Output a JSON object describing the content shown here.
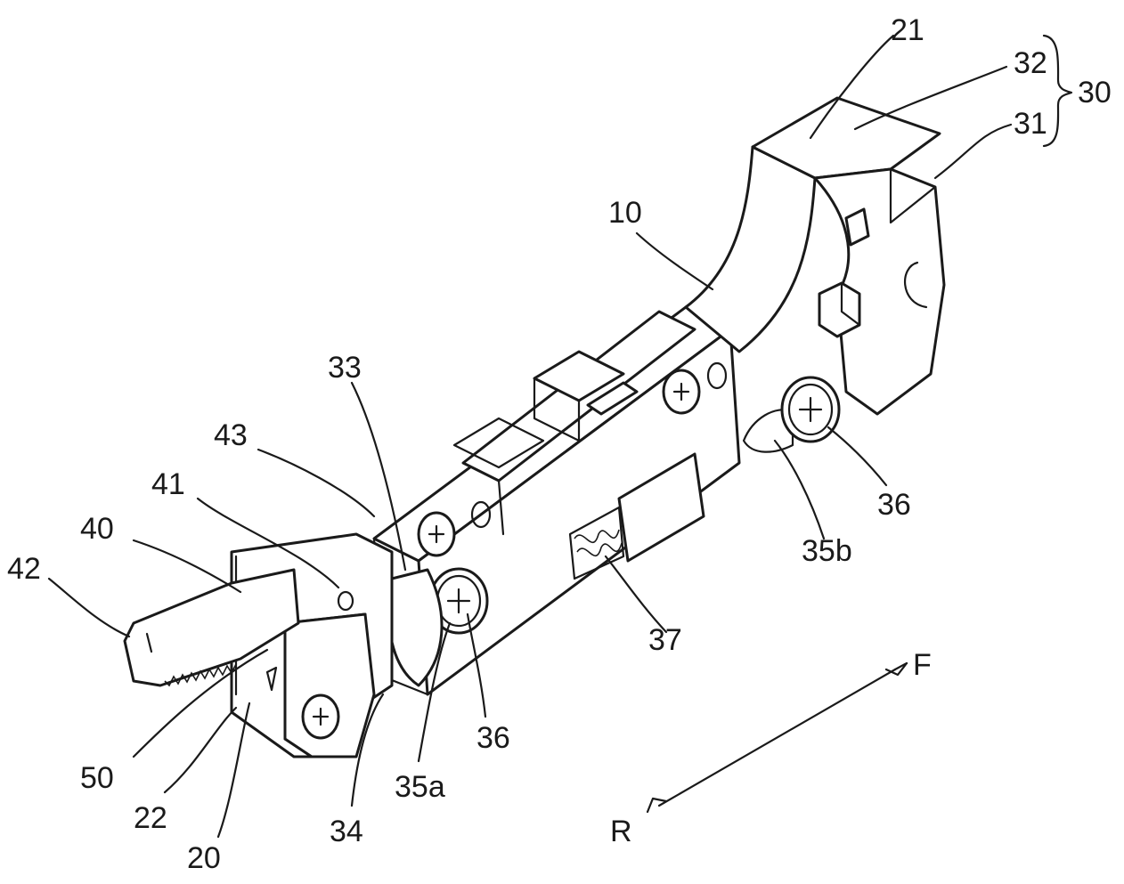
{
  "figure": {
    "labels": {
      "l10": "10",
      "l20": "20",
      "l21": "21",
      "l22": "22",
      "l30": "30",
      "l31": "31",
      "l32": "32",
      "l33": "33",
      "l34": "34",
      "l35a": "35a",
      "l35b": "35b",
      "l36a": "36",
      "l36b": "36",
      "l37": "37",
      "l40": "40",
      "l41": "41",
      "l42": "42",
      "l43": "43",
      "l50": "50",
      "dirF": "F",
      "dirR": "R"
    }
  }
}
